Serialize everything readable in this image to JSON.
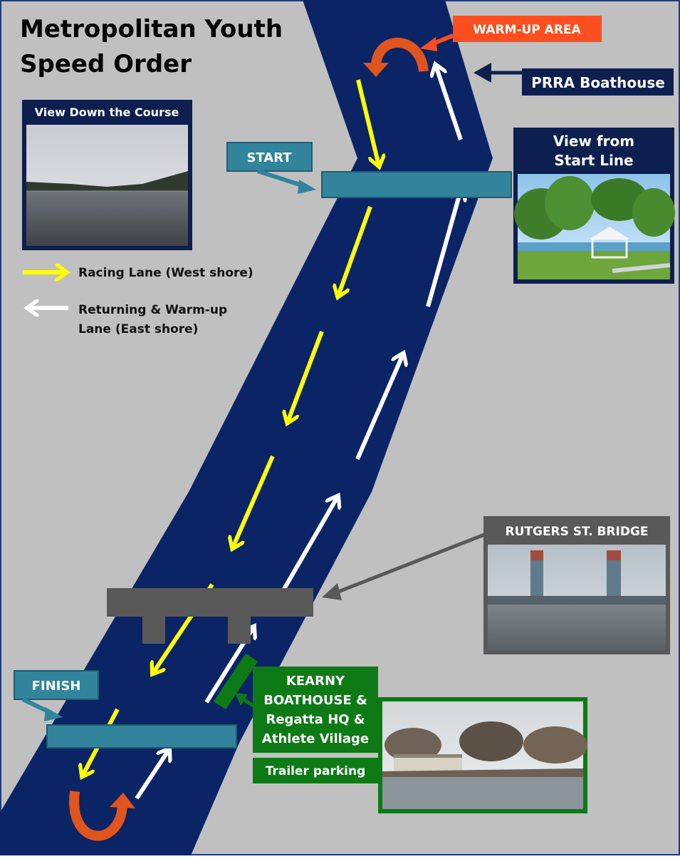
{
  "title": {
    "line1": "Metropolitan Youth",
    "line2": "Speed Order"
  },
  "labels": {
    "warmup_area": "WARM-UP AREA",
    "prra_boathouse": "PRRA Boathouse",
    "start": "START",
    "finish": "FINISH",
    "view_down_course": "View Down the Course",
    "view_from_start_line1": "View from",
    "view_from_start_line2": "Start Line",
    "rutgers_bridge": "RUTGERS ST. BRIDGE",
    "kearny_line1": "KEARNY",
    "kearny_line2": "BOATHOUSE &",
    "kearny_line3": "Regatta HQ &",
    "kearny_line4": "Athlete Village",
    "trailer_parking": "Trailer parking"
  },
  "legend": {
    "racing_lane": "Racing Lane (West shore)",
    "returning_line1": "Returning & Warm-up",
    "returning_line2": "Lane (East shore)"
  },
  "colors": {
    "background": "#c0c0c0",
    "river": "#0b2466",
    "racing_arrow": "#ffff00",
    "returning_arrow": "#ffffff",
    "start_finish_bar": "#31849b",
    "warmup_label": "#fc4e1f",
    "turn_arrow": "#e0541e",
    "navy_label": "#0d1f4f",
    "bridge": "#595959",
    "kearny_green": "#0e7a16"
  }
}
